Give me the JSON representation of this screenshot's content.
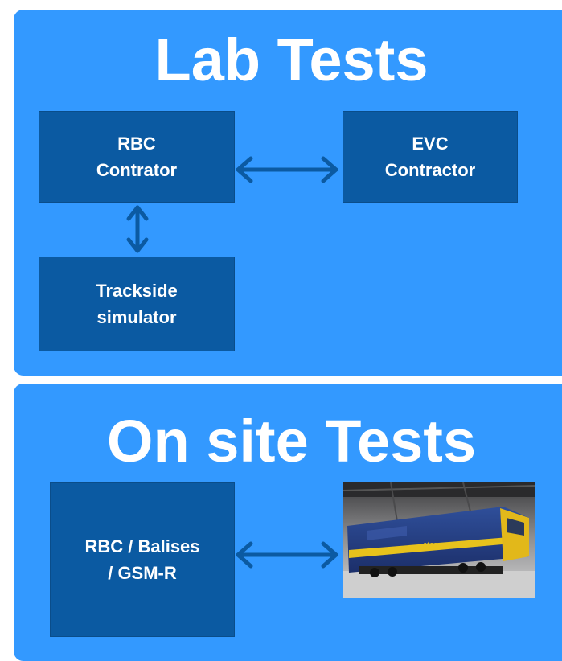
{
  "lab": {
    "title": "Lab Tests",
    "rbc_line1": "RBC",
    "rbc_line2": "Contrator",
    "evc_line1": "EVC",
    "evc_line2": "Contractor",
    "trackside_line1": "Trackside",
    "trackside_line2": "simulator"
  },
  "site": {
    "title": "On site Tests",
    "rbc_line1": "RBC / Balises",
    "rbc_line2": "/ GSM-R",
    "train_photo_text": "etcs"
  },
  "colors": {
    "panel": "#3399ff",
    "box": "#0b5aa2",
    "arrow": "#0b5aa2",
    "text": "#ffffff"
  }
}
